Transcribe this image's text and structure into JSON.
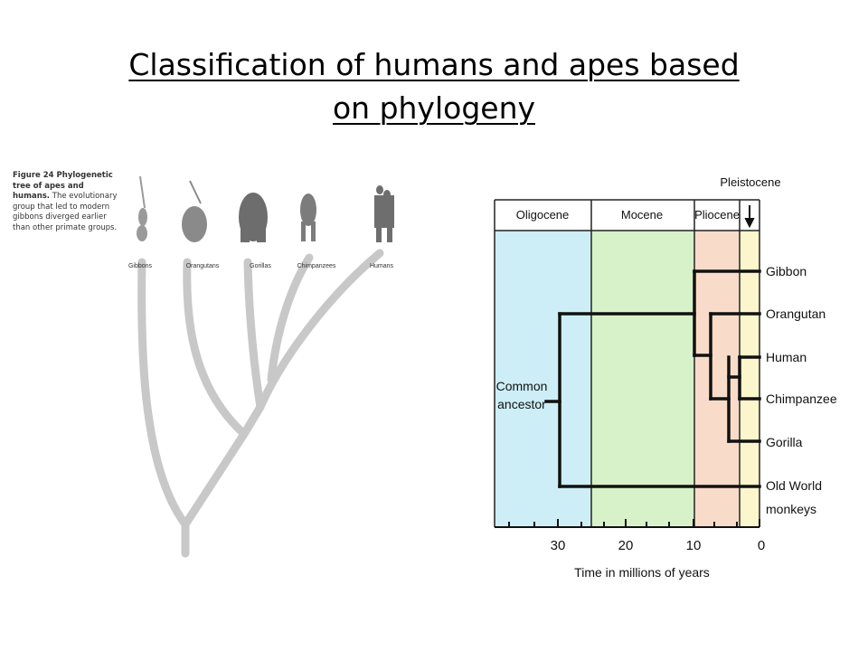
{
  "title_line1": "Classification of humans and apes based",
  "title_line2": "on phylogeny",
  "left_figure": {
    "caption_bold": "Figure 24  Phylogenetic tree of apes and humans.",
    "caption_text": "The evolutionary group that led to modern gibbons diverged earlier than other primate groups.",
    "taxa": [
      "Gibbons",
      "Orangutans",
      "Gorillas",
      "Chimpanzees",
      "Humans"
    ],
    "branch_color": "#c8c8c8"
  },
  "right_figure": {
    "epochs": [
      "Oligocene",
      "Mocene",
      "Pliocene"
    ],
    "pleistocene_label": "Pleistocene",
    "arrow_icon": "down-arrow-icon",
    "epoch_colors": {
      "oligocene": "#cdeef6",
      "miocene": "#d7f2c8",
      "pliocene": "#f8dcc9",
      "pleistocene": "#fbf6cc"
    },
    "taxa": [
      "Gibbon",
      "Orangutan",
      "Human",
      "Chimpanzee",
      "Gorilla",
      "Old World",
      "monkeys"
    ],
    "root_label_line1": "Common",
    "root_label_line2": "ancestor",
    "axis_ticks": [
      "30",
      "20",
      "10",
      "0"
    ],
    "axis_label": "Time in millions of years"
  }
}
